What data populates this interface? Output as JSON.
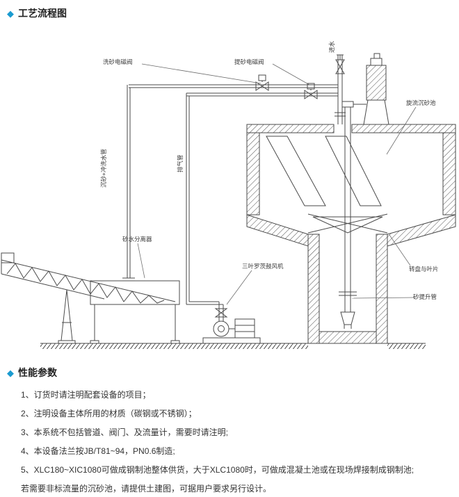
{
  "bullet_glyph": "◆",
  "colors": {
    "accent": "#1b9bd0",
    "heading_text": "#222222",
    "body_text": "#333333",
    "line": "#4a4a4a"
  },
  "sections": {
    "flow": {
      "title": "工艺流程图"
    },
    "params": {
      "title": "性能参数"
    }
  },
  "diagram": {
    "labels": {
      "inlet": "进水",
      "wash_valve": "洗砂电磁阀",
      "lift_valve": "提砂电磁阀",
      "cyclone_tank": "旋流沉砂池",
      "exhaust_pipe": "排气管",
      "grit_flush_pipe": "沉砂+冲洗水管",
      "sand_water_separator": "砂水分离器",
      "roots_blower": "三叶罗茨鼓风机",
      "turntable_blades": "转盘与叶片",
      "sand_lift_pipe": "砂提升管"
    }
  },
  "parameters": {
    "items": [
      "1、订货时请注明配套设备的项目；",
      "2、注明设备主体所用的材质（碳钢或不锈钢）；",
      "3、本系统不包括管道、阀门、及流量计，需要时请注明;",
      "4、本设备法兰按JB/T81~94，PN0.6制造;",
      "5、XLC180~XIC1080可做成钢制池整体供货，大于XLC1080时，可做成混凝土池或在现场焊接制成钢制池;",
      "若需要非标流量的沉砂池，请提供土建图，可据用户要求另行设计。"
    ]
  }
}
